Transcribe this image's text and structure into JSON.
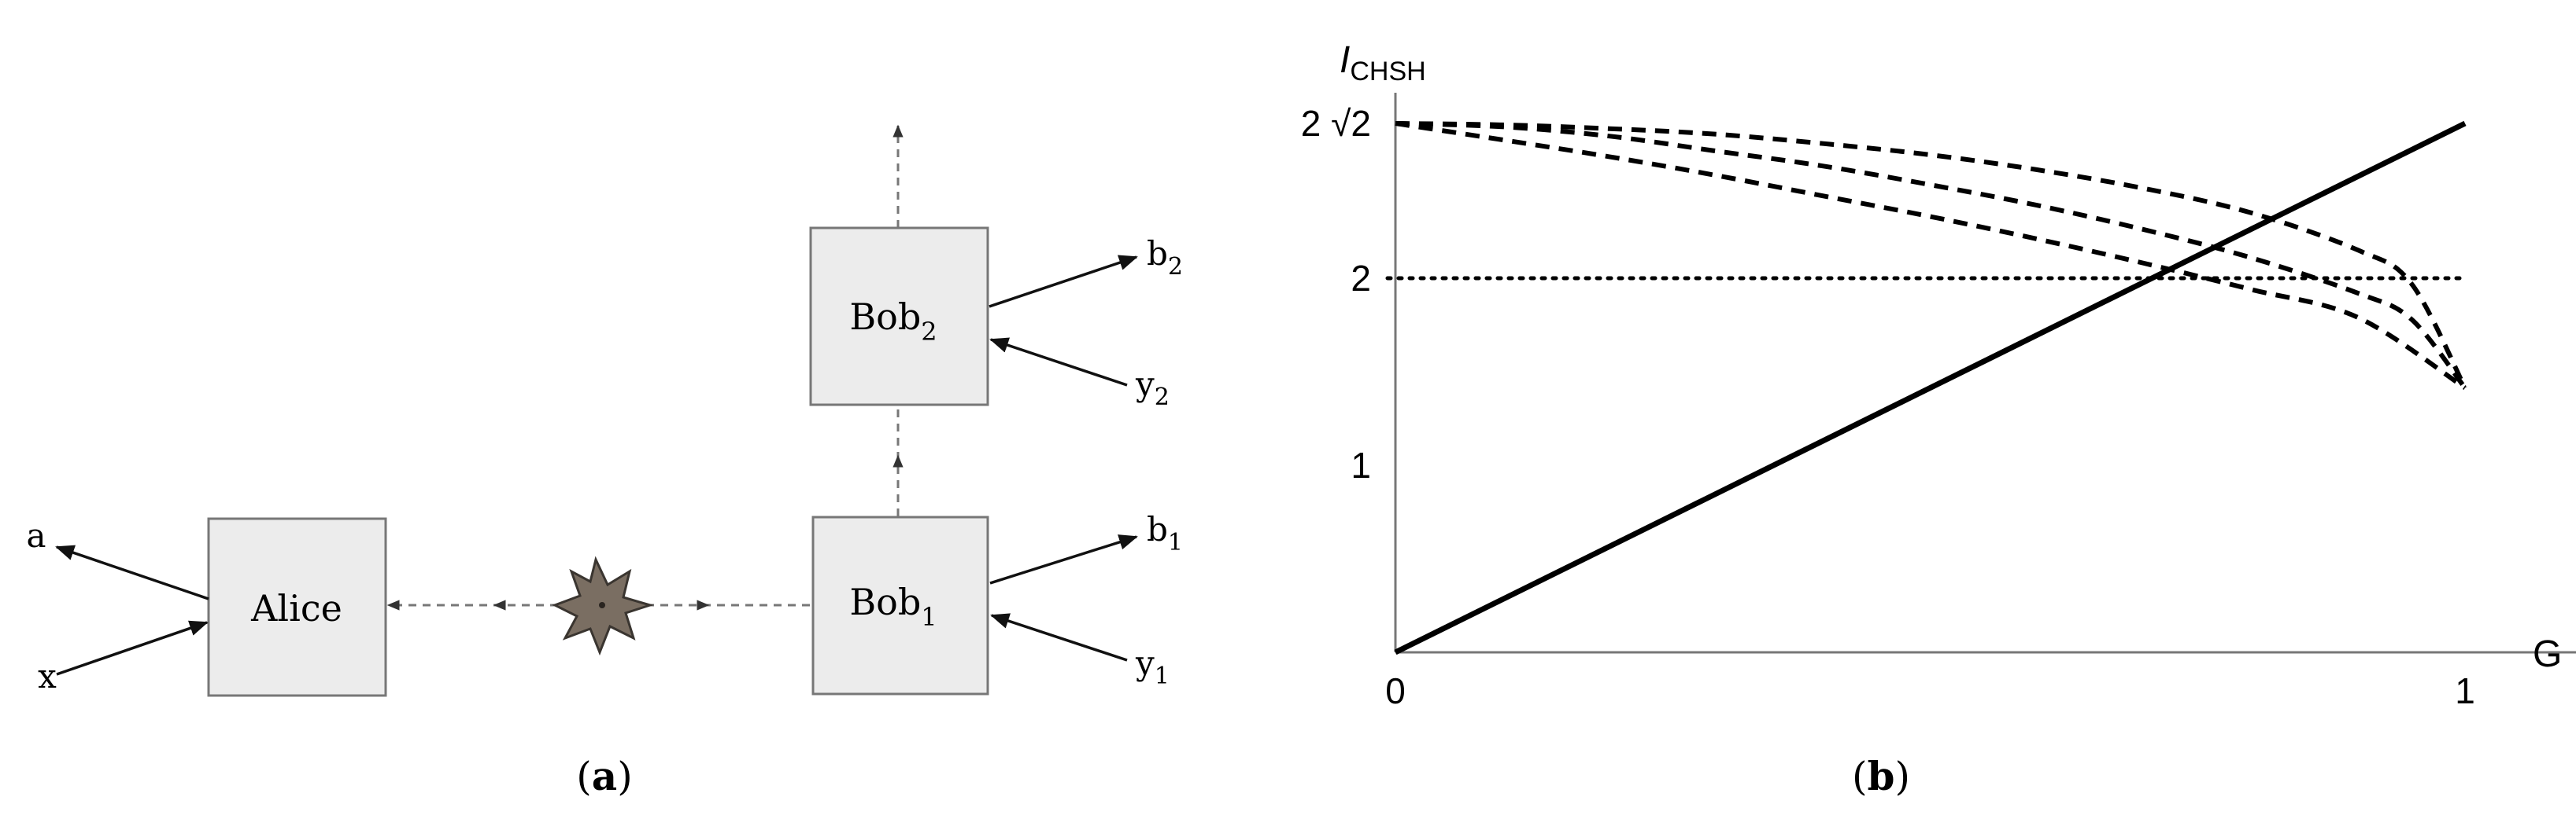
{
  "panel_a": {
    "caption_open": "(",
    "caption_letter": "a",
    "caption_close": ")",
    "alice_label": "Alice",
    "bob1_label": "Bob",
    "bob1_sub": "1",
    "bob2_label": "Bob",
    "bob2_sub": "2",
    "alice_output": "a",
    "alice_input": "x",
    "bob1_output": "b",
    "bob1_output_sub": "1",
    "bob1_input": "y",
    "bob1_input_sub": "1",
    "bob2_output": "b",
    "bob2_output_sub": "2",
    "bob2_input": "y",
    "bob2_input_sub": "2",
    "source_icon": "star-burst-icon"
  },
  "panel_b": {
    "caption_open": "(",
    "caption_letter": "b",
    "caption_close": ")"
  },
  "chart_data": {
    "type": "line",
    "ylabel_main": "I",
    "ylabel_sub": "CHSH",
    "xlabel": "G",
    "xlim": [
      0,
      1
    ],
    "ylim": [
      0,
      2.828
    ],
    "xticks": [
      {
        "value": 0,
        "label": "0"
      },
      {
        "value": 1,
        "label": "1"
      }
    ],
    "yticks": [
      {
        "value": 1,
        "label": "1"
      },
      {
        "value": 2,
        "label": "2"
      },
      {
        "value": 2.828,
        "label": "2 √2"
      }
    ],
    "grid": false,
    "series": [
      {
        "style": "solid",
        "x": [
          0,
          1
        ],
        "y": [
          0,
          2.828
        ]
      },
      {
        "style": "dotted",
        "x": [
          0,
          1
        ],
        "y": [
          2,
          2
        ]
      },
      {
        "style": "dashed",
        "x": [
          0,
          0.1,
          0.2,
          0.3,
          0.4,
          0.5,
          0.6,
          0.7,
          0.8,
          0.9,
          1.0
        ],
        "y": [
          2.828,
          2.74,
          2.65,
          2.55,
          2.44,
          2.33,
          2.21,
          2.08,
          1.94,
          1.79,
          1.414
        ]
      },
      {
        "style": "dashed",
        "x": [
          0,
          0.1,
          0.2,
          0.3,
          0.4,
          0.5,
          0.6,
          0.7,
          0.8,
          0.9,
          0.95,
          1.0
        ],
        "y": [
          2.828,
          2.81,
          2.76,
          2.68,
          2.6,
          2.5,
          2.39,
          2.26,
          2.11,
          1.92,
          1.78,
          1.414
        ]
      },
      {
        "style": "dashed",
        "x": [
          0,
          0.1,
          0.2,
          0.3,
          0.4,
          0.5,
          0.6,
          0.7,
          0.8,
          0.9,
          0.95,
          1.0
        ],
        "y": [
          2.828,
          2.82,
          2.8,
          2.77,
          2.72,
          2.66,
          2.58,
          2.48,
          2.35,
          2.15,
          1.97,
          1.414
        ]
      }
    ]
  }
}
